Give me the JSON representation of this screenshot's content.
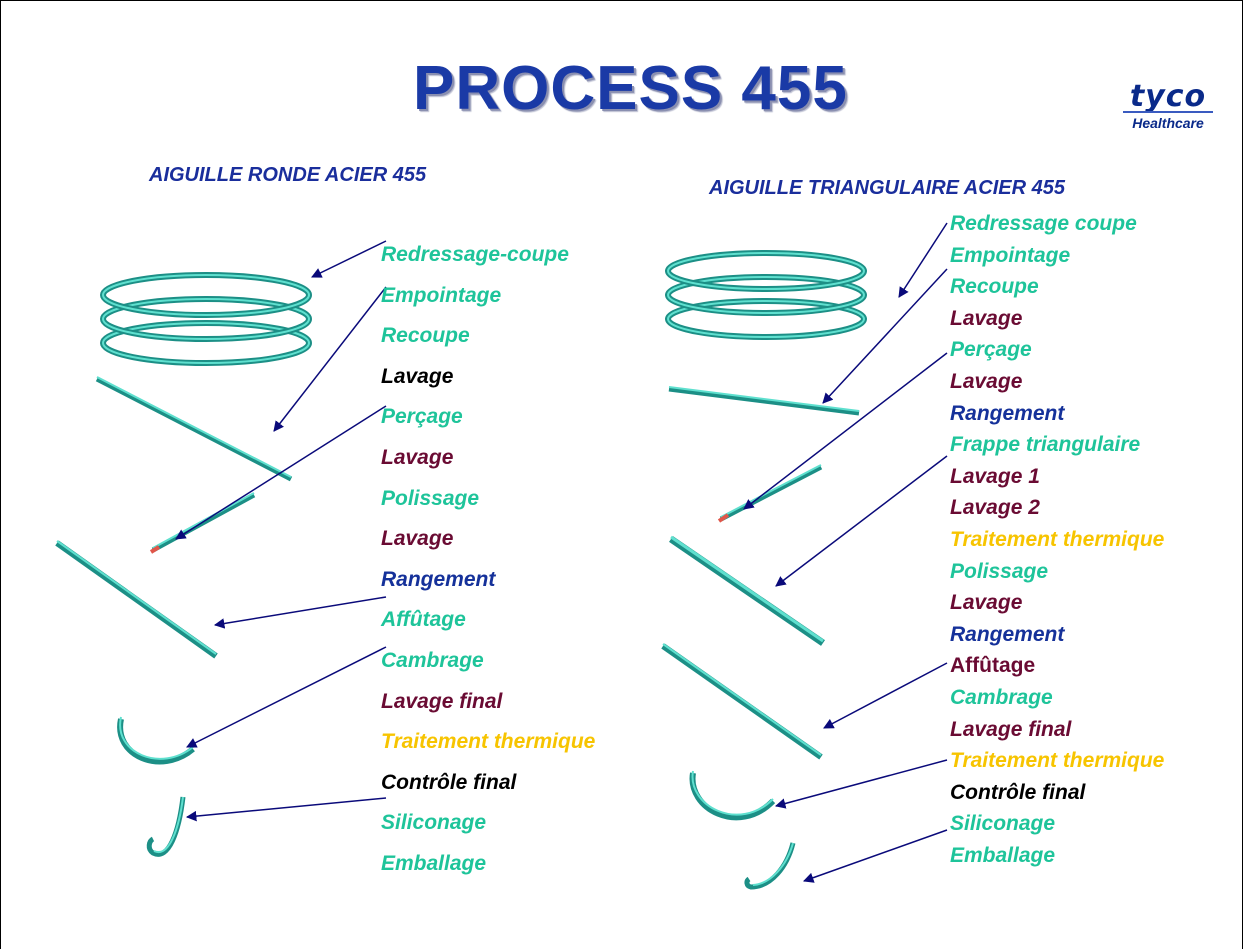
{
  "title": "PROCESS 455",
  "logo": {
    "brand": "tyco",
    "division": "Healthcare"
  },
  "left": {
    "subtitle": "AIGUILLE RONDE ACIER 455",
    "steps": [
      {
        "label": "Redressage-coupe",
        "color": "#1ec49a"
      },
      {
        "label": "Empointage",
        "color": "#1ec49a"
      },
      {
        "label": "Recoupe",
        "color": "#1ec49a"
      },
      {
        "label": "Lavage",
        "color": "#000000"
      },
      {
        "label": "Perçage",
        "color": "#1ec49a"
      },
      {
        "label": "Lavage",
        "color": "#6a0b33"
      },
      {
        "label": "Polissage",
        "color": "#1ec49a"
      },
      {
        "label": "Lavage",
        "color": "#6a0b33"
      },
      {
        "label": "Rangement",
        "color": "#15319a"
      },
      {
        "label": "Affûtage",
        "color": "#1ec49a"
      },
      {
        "label": "Cambrage",
        "color": "#1ec49a"
      },
      {
        "label": "Lavage final",
        "color": "#6a0b33"
      },
      {
        "label": "Traitement thermique",
        "color": "#f7c400"
      },
      {
        "label": "Contrôle final",
        "color": "#000000"
      },
      {
        "label": "Siliconage",
        "color": "#1ec49a"
      },
      {
        "label": "Emballage",
        "color": "#1ec49a"
      }
    ]
  },
  "right": {
    "subtitle": "AIGUILLE TRIANGULAIRE ACIER 455",
    "steps": [
      {
        "label": "Redressage coupe",
        "color": "#1ec49a"
      },
      {
        "label": "Empointage",
        "color": "#1ec49a"
      },
      {
        "label": "Recoupe",
        "color": "#1ec49a"
      },
      {
        "label": "Lavage",
        "color": "#6a0b33"
      },
      {
        "label": "Perçage",
        "color": "#1ec49a"
      },
      {
        "label": "Lavage",
        "color": "#6a0b33"
      },
      {
        "label": "Rangement",
        "color": "#15319a"
      },
      {
        "label": "Frappe triangulaire",
        "color": "#1ec49a"
      },
      {
        "label": "Lavage 1",
        "color": "#6a0b33"
      },
      {
        "label": "Lavage 2",
        "color": "#6a0b33"
      },
      {
        "label": "Traitement thermique",
        "color": "#f7c400"
      },
      {
        "label": "Polissage",
        "color": "#1ec49a"
      },
      {
        "label": "Lavage",
        "color": "#6a0b33"
      },
      {
        "label": "Rangement",
        "color": "#15319a"
      },
      {
        "label": "Affûtage",
        "color": "#6a0b33"
      },
      {
        "label": "Cambrage",
        "color": "#1ec49a"
      },
      {
        "label": "Lavage final",
        "color": "#6a0b33"
      },
      {
        "label": "Traitement thermique",
        "color": "#f7c400"
      },
      {
        "label": "Contrôle final",
        "color": "#000000"
      },
      {
        "label": "Siliconage",
        "color": "#1ec49a"
      },
      {
        "label": "Emballage",
        "color": "#1ec49a"
      }
    ]
  },
  "colors": {
    "arrow": "#0a0a7a",
    "needle": "#3fd3c0",
    "needle_shade": "#1c8f86",
    "title": "#1a3aa6"
  }
}
